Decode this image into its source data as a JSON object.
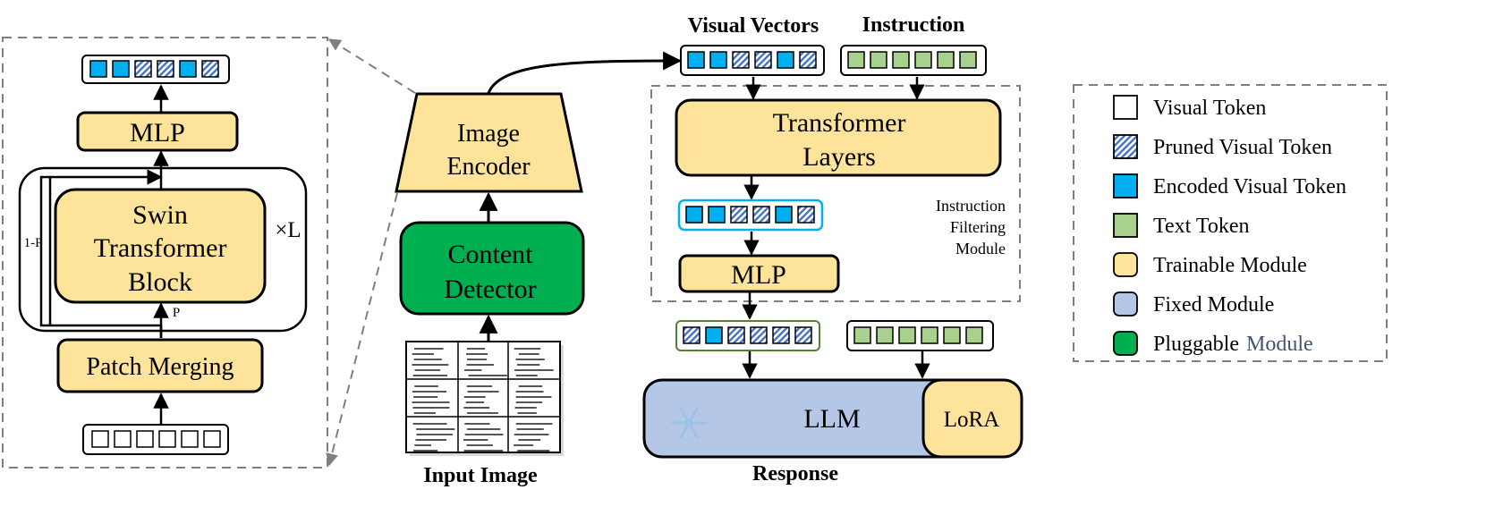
{
  "colors": {
    "trainable": "#FDE49A",
    "fixed": "#B4C7E7",
    "pluggable": "#00B050",
    "encoded": "#00B0F0",
    "text_token": "#A9D18E",
    "pruned_stripe": "#4472C4",
    "dashed": "#7F7F7F",
    "filter_token_border": "#00B0F0",
    "filtered_token_border": "#548235",
    "legend_module_text": "#44546A"
  },
  "swin_detail": {
    "mlp": "MLP",
    "swin_line1": "Swin",
    "swin_line2": "Transformer",
    "swin_line3": "Block",
    "repeat": "×L",
    "skip_label": "1-P",
    "path_label": "P",
    "patch_merging": "Patch Merging",
    "output_tokens": [
      "encoded",
      "encoded",
      "pruned",
      "pruned",
      "encoded",
      "pruned"
    ],
    "input_tokens": [
      "visual",
      "visual",
      "visual",
      "visual",
      "visual",
      "visual"
    ]
  },
  "encoder_column": {
    "image_encoder_line1": "Image",
    "image_encoder_line2": "Encoder",
    "content_detector_line1": "Content",
    "content_detector_line2": "Detector",
    "input_image": "Input Image"
  },
  "llm_column": {
    "visual_vectors": "Visual Vectors",
    "instruction": "Instruction",
    "visual_vector_tokens": [
      "encoded",
      "encoded",
      "pruned",
      "pruned",
      "encoded",
      "pruned"
    ],
    "instruction_tokens": [
      "text",
      "text",
      "text",
      "text",
      "text",
      "text"
    ],
    "transformer_line1": "Transformer",
    "transformer_line2": "Layers",
    "filter_tokens": [
      "encoded",
      "encoded",
      "pruned",
      "pruned",
      "encoded",
      "pruned"
    ],
    "mlp": "MLP",
    "module_line1": "Instruction",
    "module_line2": "Filtering",
    "module_line3": "Module",
    "filtered_tokens": [
      "pruned",
      "encoded",
      "pruned",
      "pruned",
      "pruned",
      "pruned"
    ],
    "text_tokens": [
      "text",
      "text",
      "text",
      "text",
      "text",
      "text"
    ],
    "llm": "LLM",
    "lora": "LoRA",
    "snowflake_icon": "snowflake-icon",
    "response": "Response"
  },
  "legend": [
    {
      "swatch": "visual",
      "label": "Visual Token"
    },
    {
      "swatch": "pruned",
      "label": "Pruned Visual Token"
    },
    {
      "swatch": "encoded",
      "label": "Encoded Visual Token"
    },
    {
      "swatch": "text",
      "label": "Text Token"
    },
    {
      "swatch": "trainable",
      "label": "Trainable Module"
    },
    {
      "swatch": "fixed",
      "label": "Fixed Module"
    },
    {
      "swatch": "pluggable",
      "label": "Pluggable",
      "label_extra": "Module"
    }
  ]
}
